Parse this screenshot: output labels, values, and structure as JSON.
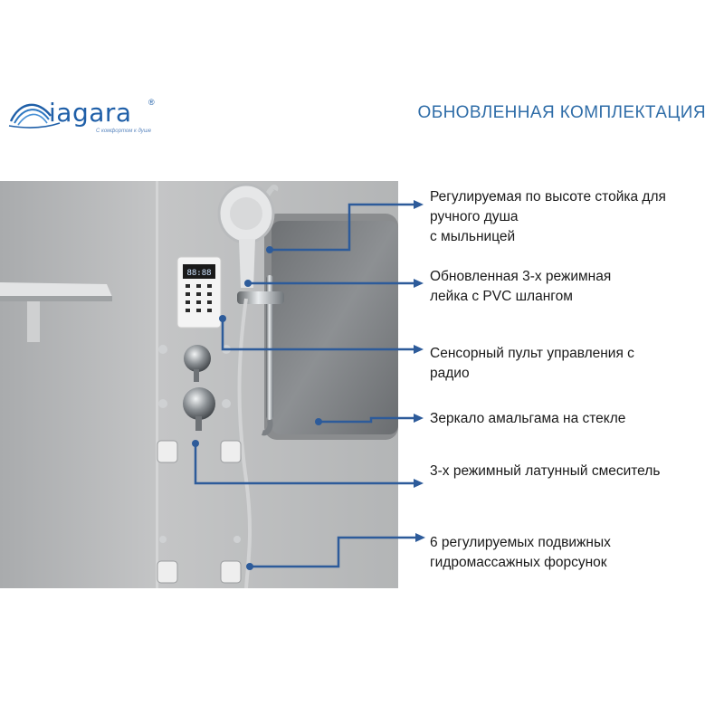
{
  "brand": {
    "name": "iagara",
    "registered_mark": "®",
    "tagline": "С комфортом к душе"
  },
  "title": "ОБНОВЛЕННАЯ КОМПЛЕКТАЦИЯ",
  "panel": {
    "radio_display": "88:88"
  },
  "callouts": [
    {
      "lines": [
        "Регулируемая по высоте стойка для",
        "ручного душа",
        "с мыльницей"
      ]
    },
    {
      "lines": [
        "Обновленная 3-х режимная",
        "лейка с PVC шлангом"
      ]
    },
    {
      "lines": [
        "Сенсорный пульт управления с",
        "радио"
      ]
    },
    {
      "lines": [
        "Зеркало амальгама на стекле"
      ]
    },
    {
      "lines": [
        "3-х режимный латунный смеситель"
      ]
    },
    {
      "lines": [
        "6 регулируемых подвижных",
        "гидромассажных форсунок"
      ]
    }
  ],
  "colors": {
    "accent": "#2f6da8",
    "connector": "#2d5b9a",
    "wall": "#bdbebf",
    "mirror": "#7d8083"
  }
}
